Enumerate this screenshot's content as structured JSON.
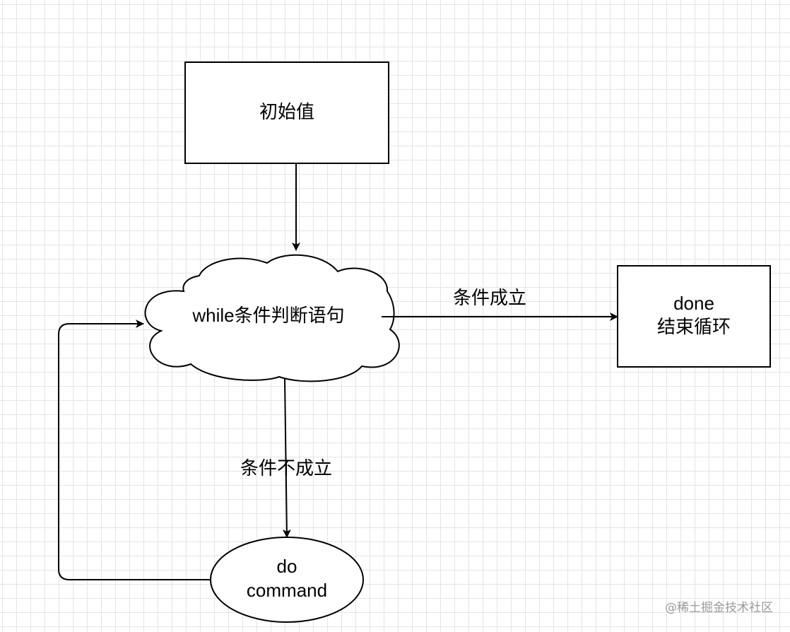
{
  "nodes": {
    "init": {
      "label": "初始值"
    },
    "condition": {
      "label": "while条件判断语句"
    },
    "done": {
      "line1": "done",
      "line2": "结束循环"
    },
    "command": {
      "line1": "do",
      "line2": "command"
    }
  },
  "edges": {
    "true_label": "条件成立",
    "false_label": "条件不成立"
  },
  "watermark": "@稀土掘金技术社区",
  "colors": {
    "stroke": "#000000",
    "grid": "#e4e4e4",
    "watermark": "#9a9a9a"
  }
}
